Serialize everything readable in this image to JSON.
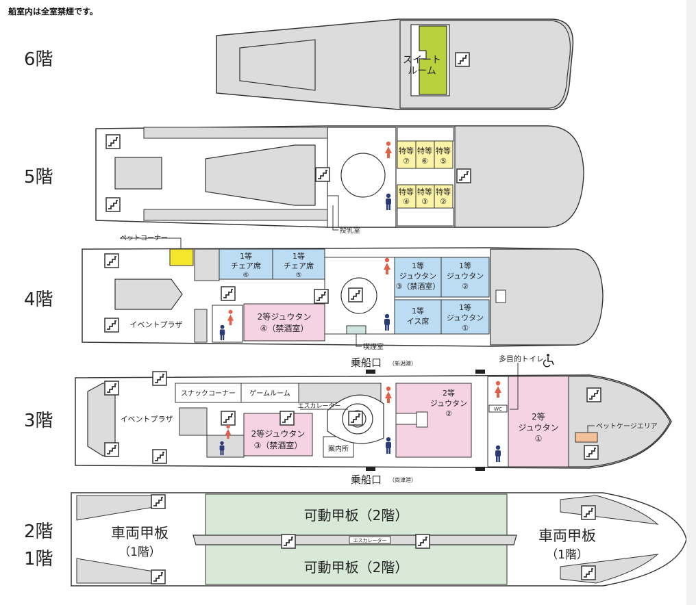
{
  "notice": "船室内は全室禁煙です。",
  "floors": {
    "f6": "6階",
    "f5": "5階",
    "f4": "4階",
    "f3": "3階",
    "f2": "2階",
    "f1": "1階"
  },
  "colors": {
    "hull": "#ffffff",
    "outline": "#333333",
    "grey": "#dcdcdd",
    "suite": "#b9d13a",
    "tokuto": "#fbf4a8",
    "first": "#bcdcf3",
    "second": "#f6d3e2",
    "vehicle": "#d8ead7",
    "pet": "#f3e62b",
    "petcage": "#f3c09a",
    "smoke": "#cfe5df",
    "female": "#e0604a",
    "male": "#2b3b78"
  },
  "deck6": {
    "suite_line1": "スイート",
    "suite_line2": "ルーム"
  },
  "deck5": {
    "tokuto_label": "特等",
    "tokuto_top": [
      "⑦",
      "⑥",
      "⑤"
    ],
    "tokuto_bottom": [
      "④",
      "③",
      "②"
    ],
    "nursing_room": "授乳室"
  },
  "deck4": {
    "pet_corner": "ペットコーナー",
    "chair6_line1": "1等",
    "chair6_line2": "チェア席",
    "chair6_num": "⑥",
    "chair5_line1": "1等",
    "chair5_line2": "チェア席",
    "chair5_num": "⑤",
    "carpet3_line1": "1等",
    "carpet3_line2": "ジュウタン",
    "carpet3_line3": "③（禁酒室）",
    "carpet2_line1": "1等",
    "carpet2_line2": "ジュウタン",
    "carpet2_line3": "②",
    "seat_line1": "1等",
    "seat_line2": "イス席",
    "carpet1_line1": "1等",
    "carpet1_line2": "ジュウタン",
    "carpet1_line3": "①",
    "second4_line1": "2等ジュウタン",
    "second4_line2": "④（禁酒室）",
    "event_plaza": "イベントプラザ",
    "smoking_room": "喫煙室"
  },
  "deck3": {
    "boarding_top": "乗船口",
    "boarding_top_port": "（新潟港）",
    "boarding_bottom": "乗船口",
    "boarding_bottom_port": "（両津港）",
    "multi_toilet": "多目的トイレ",
    "snack_corner": "スナックコーナー",
    "game_room": "ゲームルーム",
    "event_plaza": "イベントプラザ",
    "escalator": "エスカレーター",
    "second2_line1": "2等",
    "second2_line2": "ジュウタン",
    "second2_line3": "②",
    "second1_line1": "2等",
    "second1_line2": "ジュウタン",
    "second1_line3": "①",
    "second3_line1": "2等ジュウタン",
    "second3_line2": "③（禁酒室）",
    "info_desk": "案内所",
    "wc": "WC",
    "pet_cage": "ペットケージエリア"
  },
  "deck12": {
    "vehicle_left_line1": "車両甲板",
    "vehicle_left_line2": "（1階）",
    "vehicle_right_line1": "車両甲板",
    "vehicle_right_line2": "（1階）",
    "movable_top": "可動甲板（2階）",
    "movable_bottom": "可動甲板（2階）",
    "escalator": "エスカレーター"
  }
}
